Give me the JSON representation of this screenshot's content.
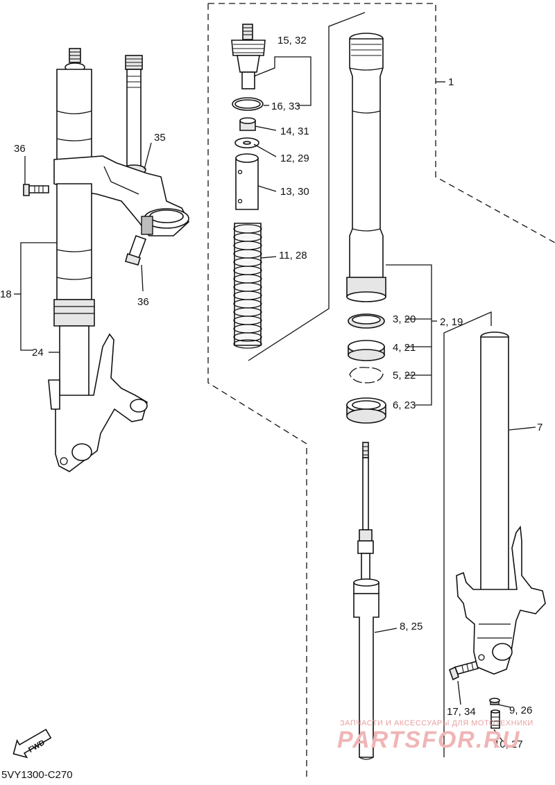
{
  "callouts": {
    "c1": "1",
    "c2_19": "2, 19",
    "c3_20": "3, 20",
    "c4_21": "4, 21",
    "c5_22": "5, 22",
    "c6_23": "6, 23",
    "c7": "7",
    "c8_25": "8, 25",
    "c9_26": "9, 26",
    "c10_27": "10, 27",
    "c11_28": "11, 28",
    "c12_29": "12, 29",
    "c13_30": "13, 30",
    "c14_31": "14, 31",
    "c15_32": "15, 32",
    "c16_33": "16, 33",
    "c17_34": "17, 34",
    "c18": "18",
    "c24": "24",
    "c35": "35",
    "c36_top": "36",
    "c36_bottom": "36"
  },
  "fwd_label": "FWD",
  "diagram_code": "5VY1300-C270",
  "watermark": {
    "line1": "ЗАПЧАСТИ И АКСЕССУАРЫ ДЛЯ МОТОТЕХНИКИ",
    "line2": "PARTSFOR.RU"
  },
  "colors": {
    "ink": "#111111",
    "watermark": "#f0b5b5"
  }
}
